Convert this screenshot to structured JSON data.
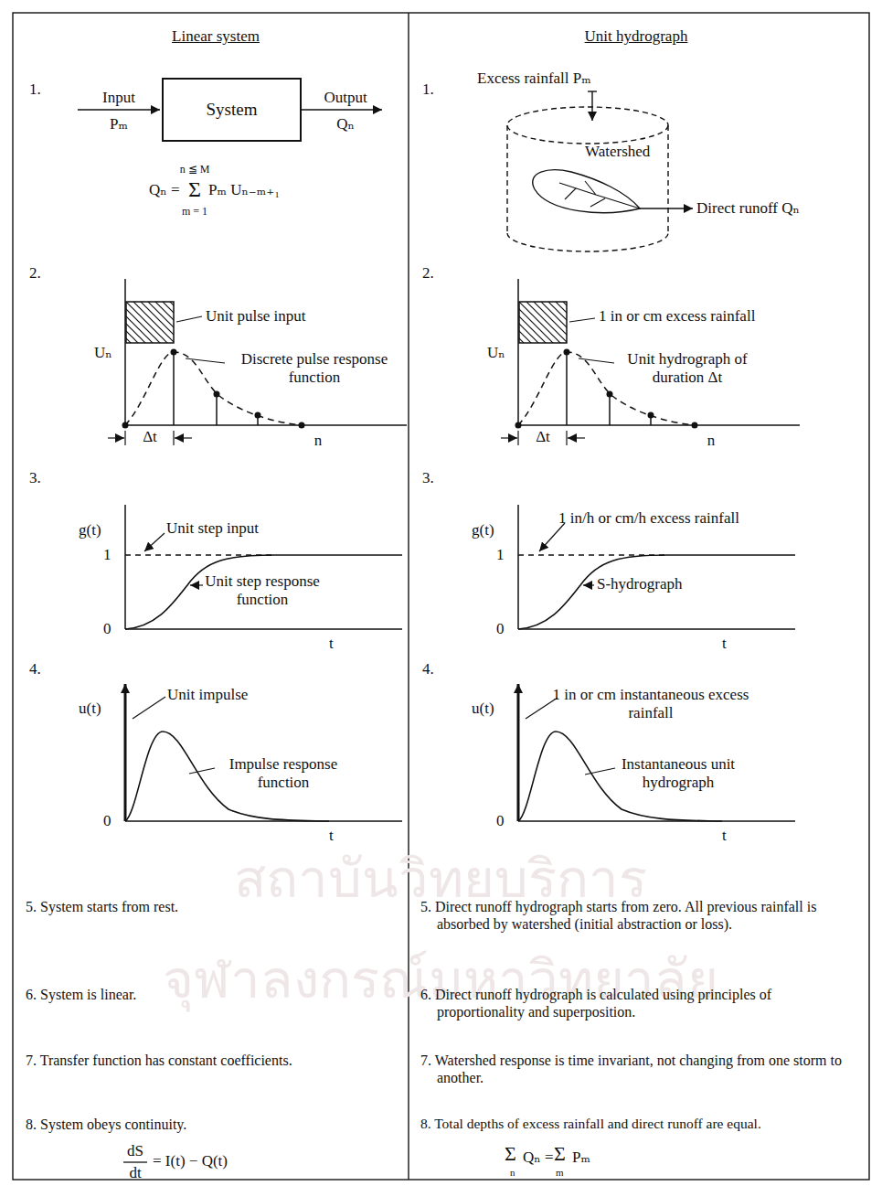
{
  "diagram": {
    "nodes": [
      {
        "text": [
          "System"
        ]
      }
    ],
    "labels": [
      "Linear system",
      "Unit hydrograph",
      "1.",
      "Input",
      "Pₘ",
      "Output",
      "Qₙ",
      "n ≦ M",
      "Qₙ =",
      "Σ",
      "Pₘ Uₙ₋ₘ₊₁",
      "m = 1",
      "2.",
      "Uₙ",
      "Unit pulse input",
      "Discrete pulse response function",
      "Δt",
      "n",
      "3.",
      "g(t)",
      "1",
      "0",
      "Unit step input",
      "Unit step response function",
      "t",
      "4.",
      "u(t)",
      "Unit impulse",
      "Impulse response function",
      "0",
      "t",
      "5. System starts from rest.",
      "6. System is linear.",
      "7. Transfer function has constant coefficients.",
      "8. System obeys continuity.",
      "dS",
      "dt",
      "= I(t) − Q(t)",
      "1.",
      "Excess rainfall Pₘ",
      "Watershed",
      "Direct runoff Qₙ",
      "2.",
      "Uₙ",
      "1 in or cm excess rainfall",
      "Unit hydrograph of duration Δt",
      "Δt",
      "n",
      "3.",
      "g(t)",
      "1",
      "0",
      "1 in/h or cm/h excess rainfall",
      "S-hydrograph",
      "t",
      "4.",
      "u(t)",
      "1 in or cm instantaneous excess rainfall",
      "Instantaneous unit hydrograph",
      "0",
      "t",
      "5. Direct runoff hydrograph starts from zero. All previous rainfall is absorbed by watershed (initial abstraction or loss).",
      "6. Direct runoff hydrograph is calculated using principles of proportionality and superposition.",
      "7. Watershed response is time invariant, not changing from one storm to another.",
      "8. Total depths of excess rainfall and direct runoff are equal.",
      "Σ",
      "n",
      "Qₙ =",
      "Σ",
      "m",
      "Pₘ",
      "สถาบันวิทยบริการ",
      "จุฬาลงกรณ์มหาวิทยาลัย"
    ]
  }
}
